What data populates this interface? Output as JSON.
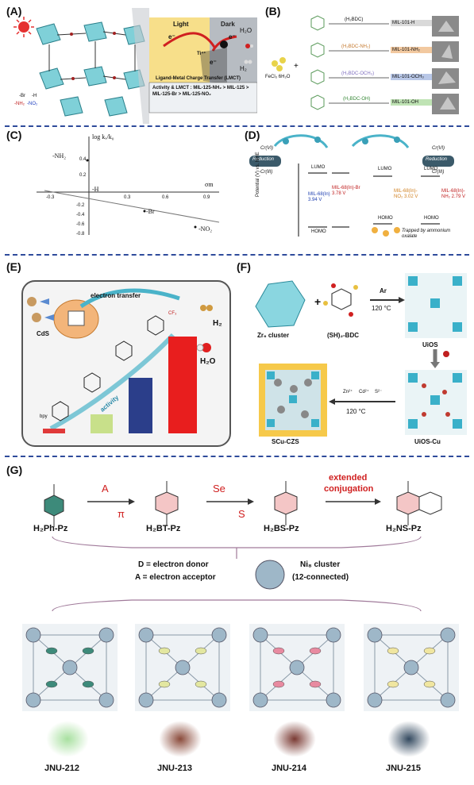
{
  "panels": {
    "a": {
      "label": "(A)",
      "light": "Light",
      "dark": "Dark",
      "e1": "e⁻",
      "e2": "e⁻",
      "e3": "e⁻",
      "ti": "Ti⁴⁺",
      "h2o": "H₂O",
      "h2": "H₂",
      "lmct": "Ligand-Metal Charge Transfer (LMCT)",
      "activity": "Activity & LMCT : MIL-125-NH₂ > MIL-125 > MIL-125-Br > MIL-125-NO₂",
      "subs": [
        "-Br",
        "-H",
        "-NH₂",
        "-NO₂"
      ]
    },
    "b": {
      "label": "(B)",
      "fecl": "FeCl₃ 6H₂O",
      "rows": [
        {
          "linker": "(H₂BDC)",
          "product": "MIL-101-H",
          "color": "#d9d9d9"
        },
        {
          "linker": "(H₂BDC-NH₂)",
          "product": "MIL-101-NH₂",
          "color": "#f2c9a0"
        },
        {
          "linker": "(H₂BDC-OCH₃)",
          "product": "MIL-101-OCH₃",
          "color": "#b9c8e8"
        },
        {
          "linker": "(H₂BDC-OH)",
          "product": "MIL-101-OH",
          "color": "#bfe3b4"
        }
      ]
    },
    "c": {
      "label": "(C)",
      "ylabel": "log kₓ/k₀",
      "xlabel": "σm",
      "annotations": [
        "-NH₂",
        "-H",
        "-Br",
        "-NO₂"
      ],
      "xticks": [
        "-0.3",
        "0.3",
        "0.6",
        "0.9"
      ],
      "yticks": [
        "0.4",
        "0.2",
        "-0.2",
        "-0.4",
        "-0.6",
        "-0.8"
      ]
    },
    "d": {
      "label": "(D)",
      "cr6": "Cr(VI)",
      "cr3": "Cr(III)",
      "reduction": "Reduction",
      "lumo": "LUMO",
      "homo": "HOMO",
      "potential": "Potential (V) vs. NHE",
      "trapped": "Trapped by ammonium oxalate",
      "mats": [
        "MIL-68(In) 3.94 V",
        "MIL-68(In)-Br 3.78 V",
        "MIL-68(In)-NO₂ 3.02 V",
        "MIL-68(In)-NH₂ 2.79 V"
      ]
    },
    "e": {
      "label": "(E)",
      "et": "electron transfer",
      "cds": "CdS",
      "h2": "H₂",
      "h2o": "H₂O",
      "activity": "activity",
      "cf3": "CF₃",
      "bpy": "bpy"
    },
    "f": {
      "label": "(F)",
      "zr": "Zr₆ cluster",
      "plus": "+",
      "sh": "(SH)₂-BDC",
      "ar": "Ar",
      "temp1": "120 °C",
      "temp2": "120 °C",
      "uios": "UiOS",
      "uioscu": "UiOS-Cu",
      "scu": "SCu-CZS",
      "ions": [
        "Zn²⁺",
        "Cd²⁺",
        "S²⁻"
      ]
    },
    "g": {
      "label": "(G)",
      "a": "A",
      "pi": "π",
      "se": "Se",
      "s": "S",
      "ext1": "extended",
      "ext2": "conjugation",
      "names": [
        "H₂Ph-Pz",
        "H₂BT-Pz",
        "H₂BS-Pz",
        "H₂NS-Pz"
      ],
      "donor": "D = electron donor",
      "acceptor": "A = electron acceptor",
      "ni": "Ni₈ cluster",
      "conn": "(12-connected)",
      "jnu": [
        "JNU-212",
        "JNU-213",
        "JNU-214",
        "JNU-215"
      ],
      "glows": [
        "#a8e0a0",
        "#8a4a3a",
        "#7a3a33",
        "#33495f"
      ],
      "linkers": [
        "#3d8a7a",
        "#e3e7a0",
        "#e88aa0",
        "#f0e6a0"
      ]
    }
  }
}
